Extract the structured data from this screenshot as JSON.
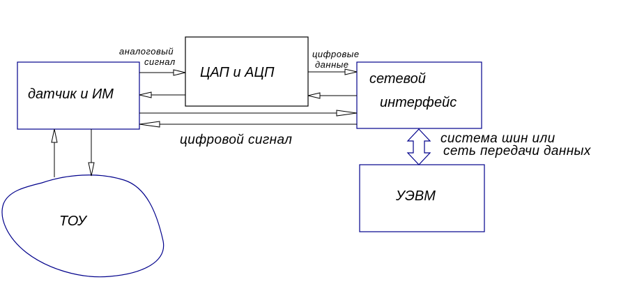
{
  "diagram": {
    "colors": {
      "box_stroke": "#00008b",
      "line_stroke": "#000000",
      "text": "#000000"
    },
    "nodes": {
      "sensor": {
        "label": "датчик и ИМ"
      },
      "dac_adc": {
        "label": "ЦАП и АЦП"
      },
      "network": {
        "label_line1": "сетевой",
        "label_line2": "интерфейс"
      },
      "computer": {
        "label": "УЭВМ"
      },
      "plant": {
        "label": "ТОУ"
      }
    },
    "edge_labels": {
      "analog_line1": "аналоговый",
      "analog_line2": "сигнал",
      "digital_data_line1": "цифровые",
      "digital_data_line2": "данные",
      "digital_signal": "цифровой  сигнал",
      "bus_line1": "система шин или",
      "bus_line2": "сеть передачи данных"
    }
  }
}
